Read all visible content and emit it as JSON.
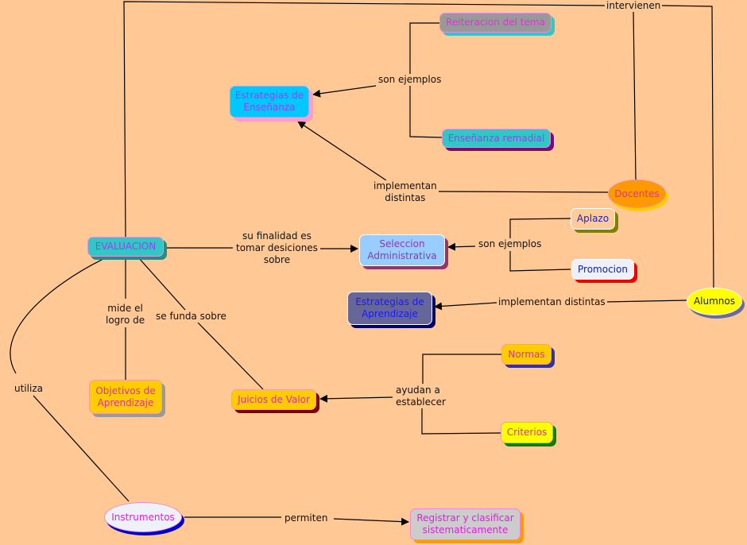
{
  "concepts": {
    "evaluacion": "EVALUACION",
    "estrategias_ensenanza": "Estrategias de\nEnseñanza",
    "reiteracion": "Reiteracion del tema",
    "ensenanza_remedial": "Enseñanza remadial",
    "docentes": "Docentes",
    "seleccion": "Seleccion\nAdministrativa",
    "aplazo": "Aplazo",
    "promocion": "Promocion",
    "alumnos": "Alumnos",
    "estrategias_aprendizaje": "Estrategias de\nAprendizaje",
    "normas": "Normas",
    "criterios": "Criterios",
    "objetivos": "Objetivos de\nAprendizaje",
    "juicios": "Juicios de Valor",
    "instrumentos": "Instrumentos",
    "registrar": "Registrar y clasificar\nsistematicamente"
  },
  "links": {
    "intervienen": "intervienen",
    "son_ejemplos_1": "son ejemplos",
    "implementan_distintas_1": "implementan\ndistintas",
    "su_finalidad": "su finalidad es\ntomar desiciones\nsobre",
    "son_ejemplos_2": "son ejemplos",
    "implementan_distintas_2": "implementan distintas",
    "mide_el_logro": "mide el\nlogro de",
    "se_funda_sobre": "se funda sobre",
    "ayudan_a": "ayudan a\nestablecer",
    "utiliza": "utiliza",
    "permiten": "permiten"
  },
  "colors": {
    "background": "#ffc895",
    "line": "#000000"
  }
}
